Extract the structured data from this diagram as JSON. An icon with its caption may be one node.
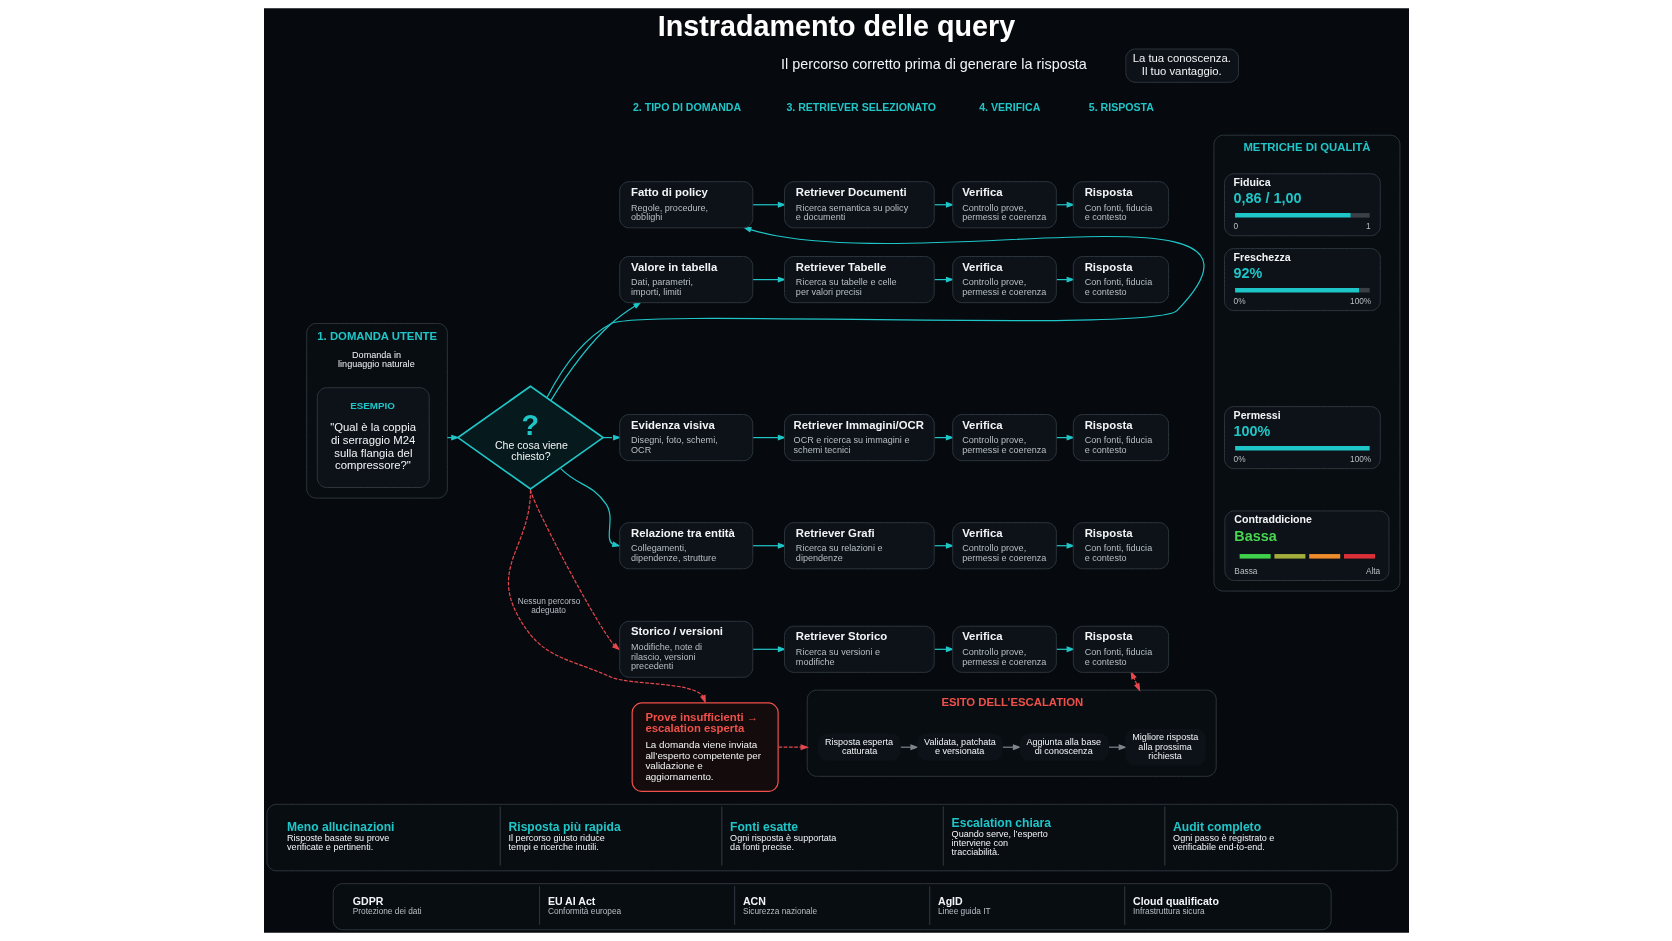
{
  "diagram": {
    "title": "Instradamento delle query",
    "nodes": [
      {
        "text": [
          "La tua conoscenza. Il tuo vantaggio."
        ]
      },
      {
        "text": [
          "1. DOMANDA UTENTE",
          "Domanda in linguaggio naturale"
        ]
      },
      {
        "text": [
          "ESEMPIO",
          "\"Qual è la coppia di serraggio M24 sulla flangia del compressore?\""
        ],
        "in": 1
      },
      {
        "text": [
          "?",
          "Che cosa viene chiesto?"
        ]
      },
      {
        "text": [
          "Fatto di policy",
          "Regole, procedure, obblighi"
        ]
      },
      {
        "text": [
          "Retriever Documenti",
          "Ricerca semantica su policy e documenti"
        ]
      },
      {
        "text": [
          "Verifica",
          "Controllo prove, permessi e coerenza"
        ]
      },
      {
        "text": [
          "Risposta",
          "Con fonti, fiducia e contesto"
        ]
      },
      {
        "text": [
          "Valore in tabella",
          "Dati, parametri, importi, limiti"
        ]
      },
      {
        "text": [
          "Retriever Tabelle",
          "Ricerca su tabelle e celle per valori precisi"
        ]
      },
      {
        "text": [
          "Verifica",
          "Controllo prove, permessi e coerenza"
        ]
      },
      {
        "text": [
          "Risposta",
          "Con fonti, fiducia e contesto"
        ]
      },
      {
        "text": [
          "Evidenza visiva",
          "Disegni, foto, schemi, OCR"
        ]
      },
      {
        "text": [
          "Retriever Immagini/OCR",
          "OCR e ricerca su immagini e schemi tecnici"
        ]
      },
      {
        "text": [
          "Verifica",
          "Controllo prove, permessi e coerenza"
        ]
      },
      {
        "text": [
          "Risposta",
          "Con fonti, fiducia e contesto"
        ]
      },
      {
        "text": [
          "Relazione tra entità",
          "Collegamenti, dipendenze, strutture"
        ]
      },
      {
        "text": [
          "Retriever Grafi",
          "Ricerca su relazioni e dipendenze"
        ]
      },
      {
        "text": [
          "Verifica",
          "Controllo prove, permessi e coerenza"
        ]
      },
      {
        "text": [
          "Risposta",
          "Con fonti, fiducia e contesto"
        ]
      },
      {
        "text": [
          "Storico / versioni",
          "Modifiche, note di rilascio, versioni precedenti"
        ]
      },
      {
        "text": [
          "Retriever Storico",
          "Ricerca su versioni e modifiche"
        ]
      },
      {
        "text": [
          "Verifica",
          "Controllo prove, permessi e coerenza"
        ]
      },
      {
        "text": [
          "Risposta",
          "Con fonti, fiducia e contesto"
        ]
      },
      {
        "text": [
          "METRICHE DI QUALITÀ"
        ]
      },
      {
        "text": [
          "Fiduica",
          "0,86 / 1,00",
          "0",
          "1"
        ],
        "in": 24
      },
      {
        "text": [
          "Freschezza",
          "92%",
          "0%",
          "100%"
        ],
        "in": 24
      },
      {
        "text": [
          "Permessi",
          "100%",
          "0%",
          "100%"
        ],
        "in": 24
      },
      {
        "text": [
          "Contraddicione",
          "Bassa",
          "Bassa",
          "Alta"
        ],
        "in": 24
      },
      {
        "text": [
          "Prove insufficienti → escalation esperta",
          "La domanda viene inviata all’esperto competente per validazione e aggiornamento."
        ]
      },
      {
        "text": [
          "ESITO DELL’ESCALATION"
        ]
      },
      {
        "text": [
          "Risposta esperta catturata"
        ],
        "in": 30
      },
      {
        "text": [
          "Validata, patchata e versionata"
        ],
        "in": 30
      },
      {
        "text": [
          "Aggiunta alla base di conoscenza"
        ],
        "in": 30
      },
      {
        "text": [
          "Migliore risposta alla prossima richiesta"
        ],
        "in": 30
      },
      {
        "text": [
          "Meno allucinazioni",
          "Risposte basate su prove verificate e pertinenti.",
          "Risposta più rapida",
          "Il percorso giusto riduce tempi e ricerche inutili.",
          "Fonti esatte",
          "Ogni risposta è supportata da fonti precise.",
          "Escalation chiara",
          "Quando serve, l’esperto interviene con tracciabilità.",
          "Audit completo",
          "Ogni passo è registrato e verificabile end-to-end."
        ]
      },
      {
        "text": [
          "GDPR",
          "Protezione dei dati",
          "EU AI Act",
          "Conformità europea",
          "ACN",
          "Sicurezza nazionale",
          "AgID",
          "Linee guida IT",
          "Cloud qualificato",
          "Infrastruttura sicura"
        ]
      }
    ],
    "edges": [
      {
        "from": 1,
        "to": 3,
        "arrow": "to"
      },
      {
        "from": 3,
        "to": 4,
        "arrow": "to"
      },
      {
        "from": 3,
        "to": 8,
        "arrow": "to"
      },
      {
        "from": 3,
        "to": 12,
        "arrow": "to"
      },
      {
        "from": 3,
        "to": 16,
        "arrow": "to"
      },
      {
        "from": 3,
        "to": 20,
        "arrow": "to",
        "style": "dashed",
        "color": "#e5484d"
      },
      {
        "from": 3,
        "to": 29,
        "arrow": "to",
        "label": "Nessun percorso adeguato",
        "style": "dashed",
        "color": "#e5484d"
      },
      {
        "from": 4,
        "to": 5,
        "arrow": "to"
      },
      {
        "from": 5,
        "to": 6,
        "arrow": "to"
      },
      {
        "from": 6,
        "to": 7,
        "arrow": "to"
      },
      {
        "from": 8,
        "to": 9,
        "arrow": "to"
      },
      {
        "from": 9,
        "to": 10,
        "arrow": "to"
      },
      {
        "from": 10,
        "to": 11,
        "arrow": "to"
      },
      {
        "from": 12,
        "to": 13,
        "arrow": "to"
      },
      {
        "from": 13,
        "to": 14,
        "arrow": "to"
      },
      {
        "from": 14,
        "to": 15,
        "arrow": "to"
      },
      {
        "from": 16,
        "to": 17,
        "arrow": "to"
      },
      {
        "from": 17,
        "to": 18,
        "arrow": "to"
      },
      {
        "from": 18,
        "to": 19,
        "arrow": "to"
      },
      {
        "from": 20,
        "to": 21,
        "arrow": "to"
      },
      {
        "from": 21,
        "to": 22,
        "arrow": "to"
      },
      {
        "from": 22,
        "to": 23,
        "arrow": "to"
      },
      {
        "from": 29,
        "to": 30,
        "arrow": "to",
        "style": "dashed",
        "color": "#e5484d"
      },
      {
        "from": 31,
        "to": 32,
        "arrow": "to",
        "color": "#7d858d"
      },
      {
        "from": 32,
        "to": 33,
        "arrow": "to",
        "color": "#7d858d"
      },
      {
        "from": 33,
        "to": 34,
        "arrow": "to",
        "color": "#7d858d"
      },
      {
        "from": 30,
        "to": 23,
        "arrow": "both",
        "style": "dashed",
        "color": "#e5484d"
      }
    ],
    "labels": [
      "Il percorso corretto prima di generare la risposta",
      "2. TIPO DI DOMANDA",
      "3. RETRIEVER SELEZIONATO",
      "4. VERIFICA",
      "5. RISPOSTA"
    ]
  }
}
